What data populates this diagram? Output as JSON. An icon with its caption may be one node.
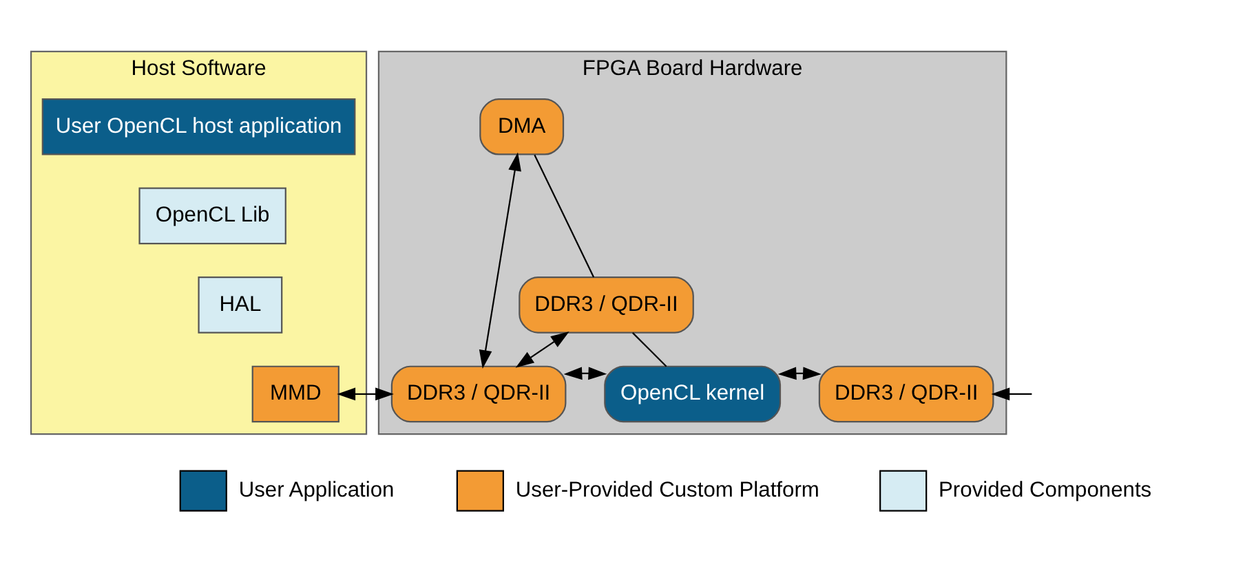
{
  "diagram": {
    "nodes": [
      {
        "text": [
          "Host Software"
        ]
      },
      {
        "text": [
          "User OpenCL host application"
        ],
        "in": 0
      },
      {
        "text": [
          "OpenCL Lib"
        ],
        "in": 0
      },
      {
        "text": [
          "HAL"
        ],
        "in": 0
      },
      {
        "text": [
          "MMD"
        ],
        "in": 0
      },
      {
        "text": [
          "FPGA Board Hardware"
        ]
      },
      {
        "text": [
          "DMA"
        ],
        "in": 5
      },
      {
        "text": [
          "DDR3 / QDR-II"
        ],
        "in": 5
      },
      {
        "text": [
          "DDR3 / QDR-II"
        ],
        "in": 5
      },
      {
        "text": [
          "OpenCL kernel"
        ],
        "in": 5
      },
      {
        "text": [
          "DDR3 / QDR-II"
        ],
        "in": 5
      }
    ],
    "edges": [
      {
        "from": 6,
        "to": 8,
        "arrow": "both"
      },
      {
        "from": 6,
        "to": 7,
        "arrow": "none"
      },
      {
        "from": 7,
        "to": 8,
        "arrow": "both"
      },
      {
        "from": 7,
        "to": 9,
        "arrow": "none"
      },
      {
        "from": 4,
        "to": 8,
        "arrow": "both"
      },
      {
        "from": 8,
        "to": 9,
        "arrow": "both"
      },
      {
        "from": 9,
        "to": 10,
        "arrow": "both"
      },
      {
        "from": null,
        "to": 10,
        "arrow": "to"
      }
    ],
    "legend": [
      {
        "text": "User Application",
        "color": "#0b5e8a"
      },
      {
        "text": "User-Provided Custom Platform",
        "color": "#f39b34"
      },
      {
        "text": "Provided Components",
        "color": "#d6ecf3"
      }
    ]
  }
}
